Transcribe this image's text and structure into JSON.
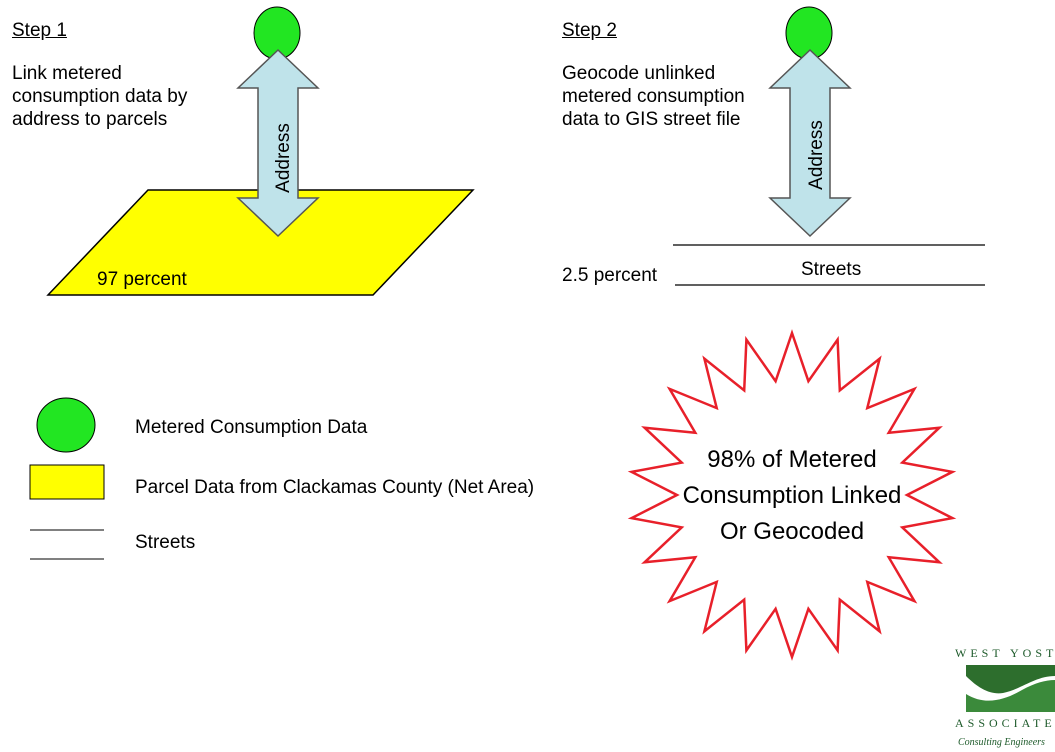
{
  "step1": {
    "heading": "Step 1",
    "description": "Link metered\nconsumption data by\naddress to parcels",
    "arrow_label": "Address",
    "parcel_label": "97 percent"
  },
  "step2": {
    "heading": "Step 2",
    "description": "Geocode unlinked\nmetered consumption\ndata to GIS street file",
    "arrow_label": "Address",
    "streets_label": "Streets",
    "percent_label": "2.5 percent"
  },
  "legend": {
    "items": [
      {
        "symbol": "green-ellipse",
        "label": "Metered Consumption Data"
      },
      {
        "symbol": "yellow-rectangle",
        "label": "Parcel Data from Clackamas County (Net Area)"
      },
      {
        "symbol": "double-line",
        "label": "Streets"
      }
    ]
  },
  "starburst": {
    "line1": "98% of Metered",
    "line2": "Consumption Linked",
    "line3": "Or Geocoded"
  },
  "logo": {
    "top_text": "WEST YOST",
    "bottom_text": "ASSOCIATES",
    "tagline": "Consulting Engineers"
  },
  "colors": {
    "ellipse": "#22e622",
    "parcel": "#ffff00",
    "arrow": "#bfe3ea",
    "starburst": "#e8202a",
    "logo_green": "#2d6e2d"
  }
}
